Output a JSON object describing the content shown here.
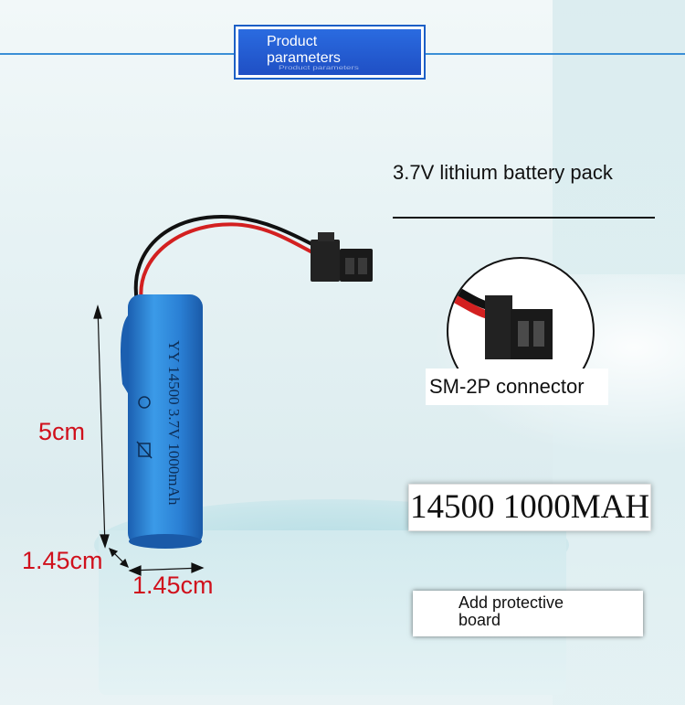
{
  "header": {
    "title_line1": "Product",
    "title_line2": "parameters",
    "ghost_text": "Product parameters"
  },
  "product_title": "3.7V lithium battery pack",
  "battery": {
    "print_line": "YY 14500 3.7V 1000mAh",
    "color": "#2a7fd4"
  },
  "connector_label": "SM-2P connector",
  "spec_text": "14500 1000MAH",
  "protective_board": {
    "line1": "Add protective",
    "line2": "board"
  },
  "dimensions": {
    "height": "5cm",
    "depth": "1.45cm",
    "width": "1.45cm",
    "color": "#d0101c"
  },
  "colors": {
    "header_blue": "#1f4fc4",
    "accent_line": "#3b8fd6"
  }
}
